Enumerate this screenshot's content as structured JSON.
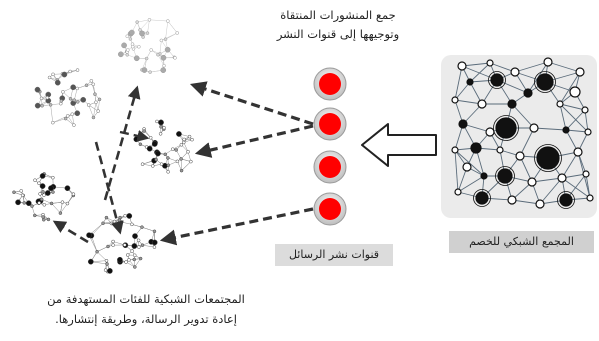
{
  "captions": {
    "top_line1": "جمع المنشورات المنتقاة",
    "top_line2": "وتوجيهها إلى قنوات النشر",
    "bottom_line1": "المجتمعات الشبكية للفئات المستهدفة من",
    "bottom_line2": "إعادة تدوير الرسالة، وطريقة إنتشارها."
  },
  "labels": {
    "channels": "قنوات نشر الرسائل",
    "adversary": "المجمع الشبكي للخصم"
  },
  "colors": {
    "channel_dot": "#ff0000",
    "arrow": "#333333",
    "node_dark": "#111111",
    "panel_bg": "#ebebeb"
  }
}
